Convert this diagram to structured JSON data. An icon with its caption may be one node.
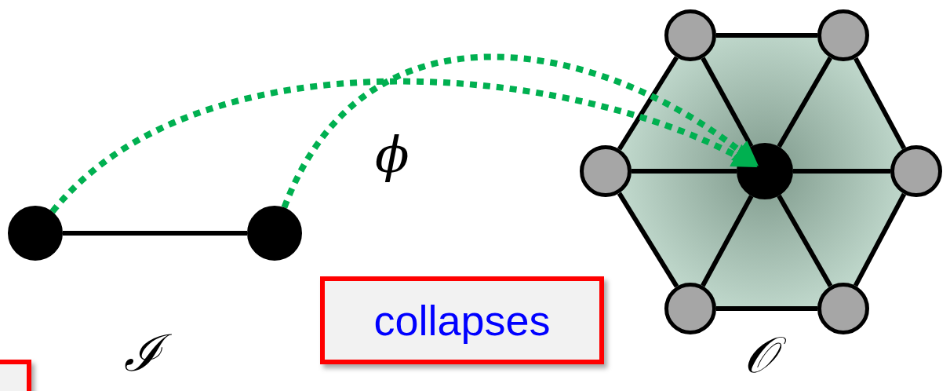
{
  "diagram": {
    "nodes": [
      {
        "text": [],
        "shape": "circle"
      },
      {
        "text": [],
        "shape": "circle"
      },
      {
        "text": [],
        "shape": "hexagon"
      },
      {
        "text": [],
        "shape": "circle"
      },
      {
        "text": [],
        "shape": "circle"
      },
      {
        "text": [],
        "shape": "circle"
      },
      {
        "text": [],
        "shape": "circle"
      },
      {
        "text": [],
        "shape": "circle"
      },
      {
        "text": [],
        "shape": "circle"
      },
      {
        "text": [],
        "shape": "circle",
        "in": 2
      },
      {
        "text": [
          "collapses"
        ]
      },
      {
        "text": [],
        "shape": "box"
      }
    ],
    "edges": [
      {
        "from": 0,
        "to": 1,
        "arrow": "none"
      },
      {
        "from": 3,
        "to": 4,
        "arrow": "none"
      },
      {
        "from": 4,
        "to": 6,
        "arrow": "none"
      },
      {
        "from": 6,
        "to": 8,
        "arrow": "none"
      },
      {
        "from": 8,
        "to": 7,
        "arrow": "none"
      },
      {
        "from": 7,
        "to": 5,
        "arrow": "none"
      },
      {
        "from": 5,
        "to": 3,
        "arrow": "none"
      },
      {
        "from": 9,
        "to": 3,
        "arrow": "none"
      },
      {
        "from": 9,
        "to": 4,
        "arrow": "none"
      },
      {
        "from": 9,
        "to": 5,
        "arrow": "none"
      },
      {
        "from": 9,
        "to": 6,
        "arrow": "none"
      },
      {
        "from": 9,
        "to": 7,
        "arrow": "none"
      },
      {
        "from": 9,
        "to": 8,
        "arrow": "none"
      },
      {
        "from": 0,
        "to": 9,
        "arrow": "to",
        "style": "dashed",
        "color": "#00b050"
      },
      {
        "from": 1,
        "to": 9,
        "arrow": "to",
        "style": "dashed",
        "color": "#00b050"
      }
    ],
    "labels": [
      "ϕ",
      "ℐ",
      "𝒪"
    ]
  }
}
